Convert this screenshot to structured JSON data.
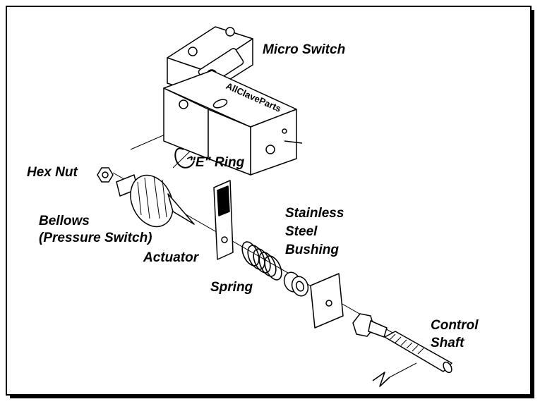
{
  "diagram": {
    "labels": {
      "micro_switch": "Micro Switch",
      "hex_nut": "Hex Nut",
      "e_ring": "\"E\" Ring",
      "bellows_line1": "Bellows",
      "bellows_line2": "(Pressure Switch)",
      "actuator": "Actuator",
      "bushing_line1": "Stainless",
      "bushing_line2": "Steel",
      "bushing_line3": "Bushing",
      "spring": "Spring",
      "control_line1": "Control",
      "control_line2": "Shaft"
    },
    "watermark": "AllClaveParts"
  }
}
